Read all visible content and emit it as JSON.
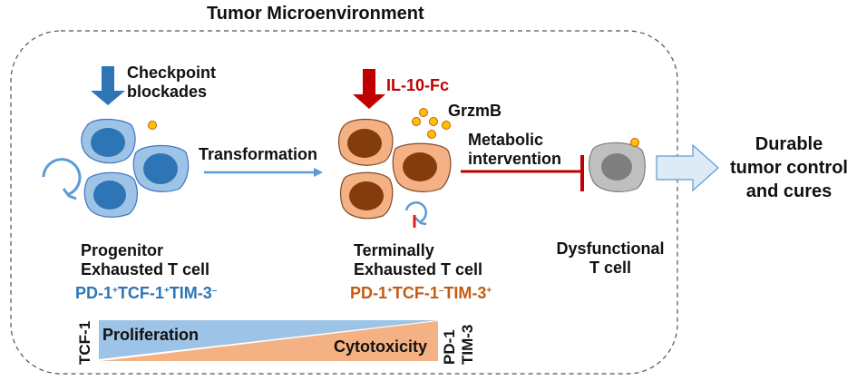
{
  "title": "Tumor Microenvironment",
  "interventions": {
    "checkpoint": [
      "Checkpoint",
      "blockades"
    ],
    "il10": "IL-10-Fc",
    "metabolic": [
      "Metabolic",
      "intervention"
    ]
  },
  "transformation_label": "Transformation",
  "granzyme_label": "GrzmB",
  "progenitor": {
    "name_line1": "Progenitor",
    "name_line2": "Exhausted T cell",
    "marker_parts": [
      "PD-1",
      "+",
      "TCF-1",
      "+",
      "TIM-3",
      "–"
    ]
  },
  "terminal": {
    "name_line1": "Terminally",
    "name_line2": "Exhausted T cell",
    "marker_parts": [
      "PD-1",
      "+",
      "TCF-1",
      "–",
      "TIM-3",
      "+"
    ]
  },
  "dysfunctional": {
    "name_line1": "Dysfunctional",
    "name_line2": "T cell"
  },
  "outcome": [
    "Durable",
    "tumor control",
    "and cures"
  ],
  "gradient": {
    "left_marker": "TCF-1",
    "right_markers": [
      "PD-1",
      "TIM-3"
    ],
    "proliferation_label": "Proliferation",
    "cytotoxicity_label": "Cytotoxicity"
  },
  "colors": {
    "progenitor_fill": "#9dc3e6",
    "progenitor_nucleus": "#2e75b6",
    "terminal_fill": "#f4b183",
    "terminal_nucleus": "#843c0c",
    "dysfunctional_fill": "#bfbfbf",
    "dysfunctional_nucleus": "#7f7f7f",
    "granule": "#ffc000",
    "inhibit_red": "#c00000",
    "outcome_arrow_fill": "#deebf7"
  }
}
